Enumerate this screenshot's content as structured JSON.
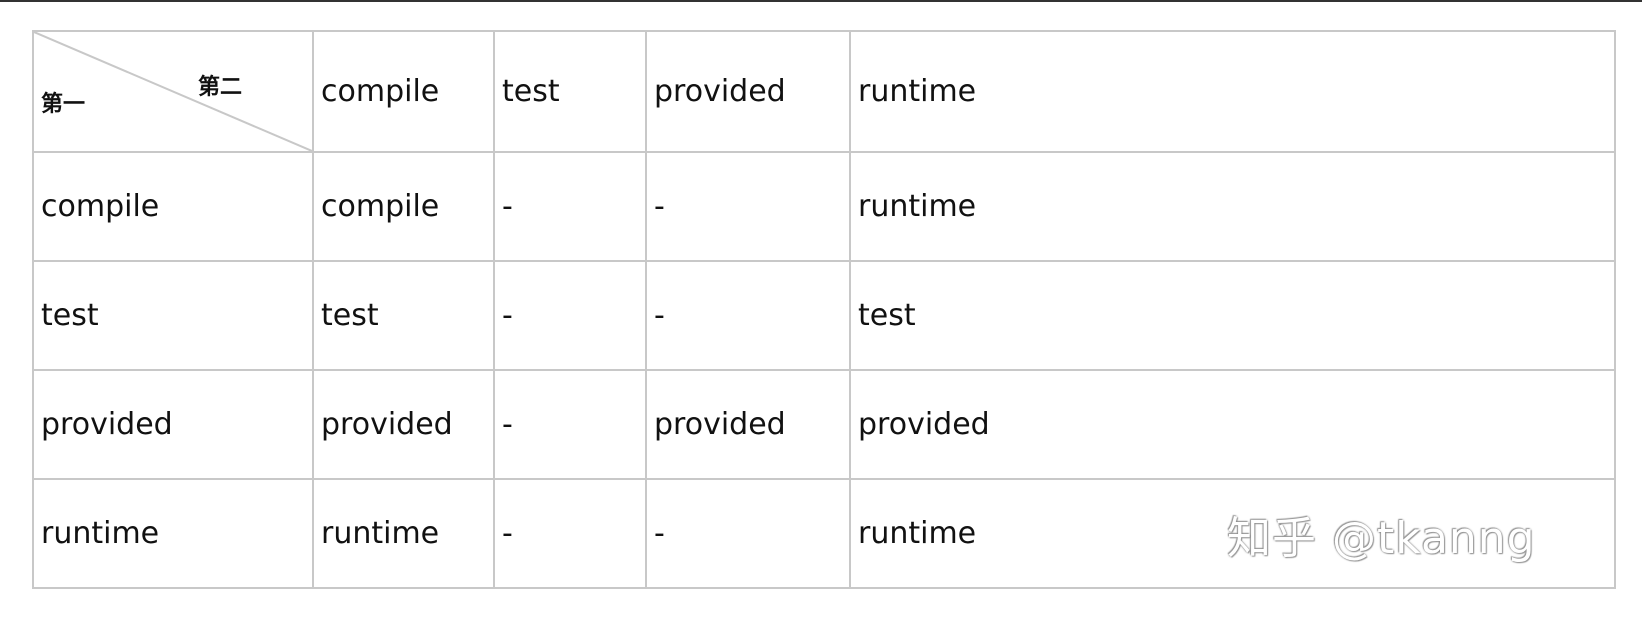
{
  "table": {
    "corner": {
      "row_header": "第一",
      "col_header": "第二"
    },
    "columns": [
      "compile",
      "test",
      "provided",
      "runtime"
    ],
    "rows": [
      {
        "label": "compile",
        "cells": [
          "compile",
          "-",
          "-",
          "runtime"
        ]
      },
      {
        "label": "test",
        "cells": [
          "test",
          "-",
          "-",
          "test"
        ]
      },
      {
        "label": "provided",
        "cells": [
          "provided",
          "-",
          "provided",
          "provided"
        ]
      },
      {
        "label": "runtime",
        "cells": [
          "runtime",
          "-",
          "-",
          "runtime"
        ]
      }
    ]
  },
  "watermark": "知乎 @tkanng",
  "colors": {
    "border": "#c8c8c8",
    "text": "#111111",
    "top_rule": "#333333"
  }
}
